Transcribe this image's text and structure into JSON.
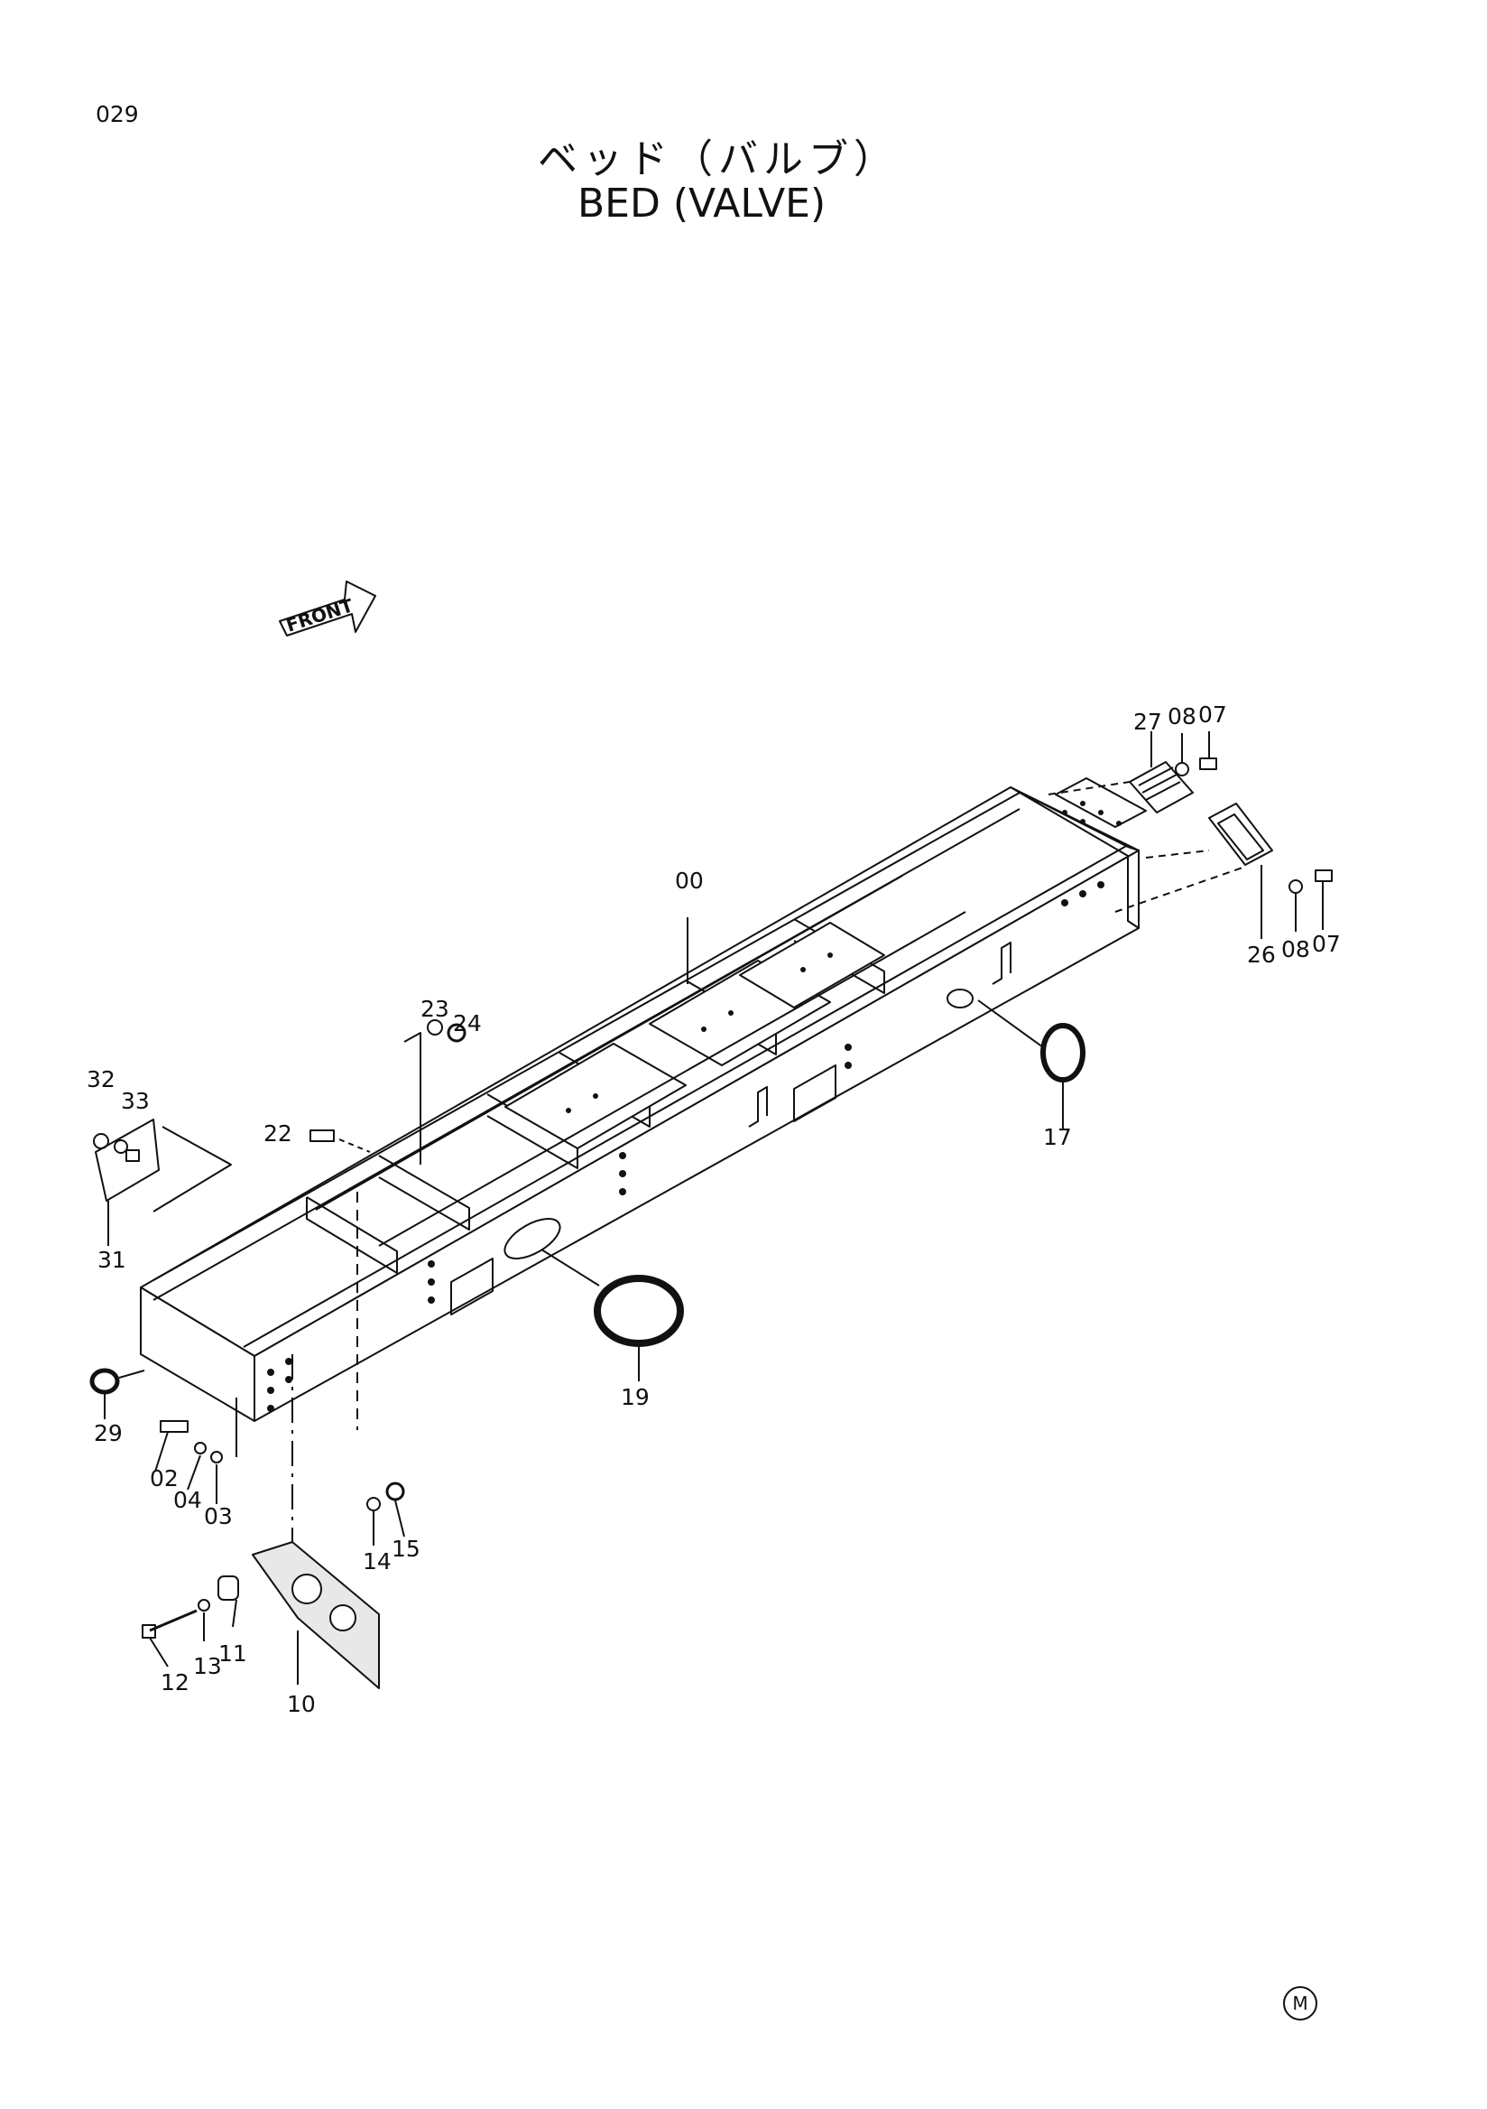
{
  "page_number": "029",
  "title_jp": "ベッド（バルブ）",
  "title_en": "BED (VALVE)",
  "front_label": "FRONT",
  "corner_mark": "M",
  "part_labels": [
    {
      "id": "00",
      "text": "00"
    },
    {
      "id": "02",
      "text": "02"
    },
    {
      "id": "03",
      "text": "03"
    },
    {
      "id": "04",
      "text": "04"
    },
    {
      "id": "07a",
      "text": "07"
    },
    {
      "id": "07b",
      "text": "07"
    },
    {
      "id": "08a",
      "text": "08"
    },
    {
      "id": "08b",
      "text": "08"
    },
    {
      "id": "10",
      "text": "10"
    },
    {
      "id": "11",
      "text": "11"
    },
    {
      "id": "12",
      "text": "12"
    },
    {
      "id": "13",
      "text": "13"
    },
    {
      "id": "14",
      "text": "14"
    },
    {
      "id": "15",
      "text": "15"
    },
    {
      "id": "17",
      "text": "17"
    },
    {
      "id": "19",
      "text": "19"
    },
    {
      "id": "22",
      "text": "22"
    },
    {
      "id": "23",
      "text": "23"
    },
    {
      "id": "24",
      "text": "24"
    },
    {
      "id": "26",
      "text": "26"
    },
    {
      "id": "27",
      "text": "27"
    },
    {
      "id": "29",
      "text": "29"
    },
    {
      "id": "31",
      "text": "31"
    },
    {
      "id": "32",
      "text": "32"
    },
    {
      "id": "33",
      "text": "33"
    }
  ]
}
